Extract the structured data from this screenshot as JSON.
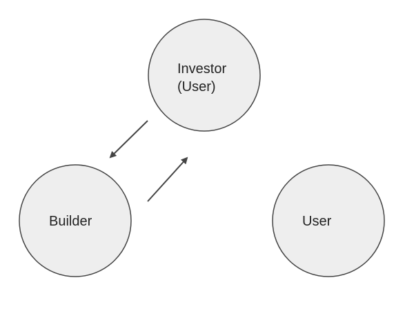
{
  "colors": {
    "node_fill": "#eeeeee",
    "node_stroke": "#444444",
    "arrow": "#444444",
    "text": "#222222"
  },
  "nodes": {
    "investor": {
      "label_line1": "Investor",
      "label_line2": "(User)"
    },
    "builder": {
      "label": "Builder"
    },
    "user": {
      "label": "User"
    }
  },
  "edges": [
    {
      "from": "investor",
      "to": "builder"
    },
    {
      "from": "builder",
      "to": "investor"
    }
  ]
}
